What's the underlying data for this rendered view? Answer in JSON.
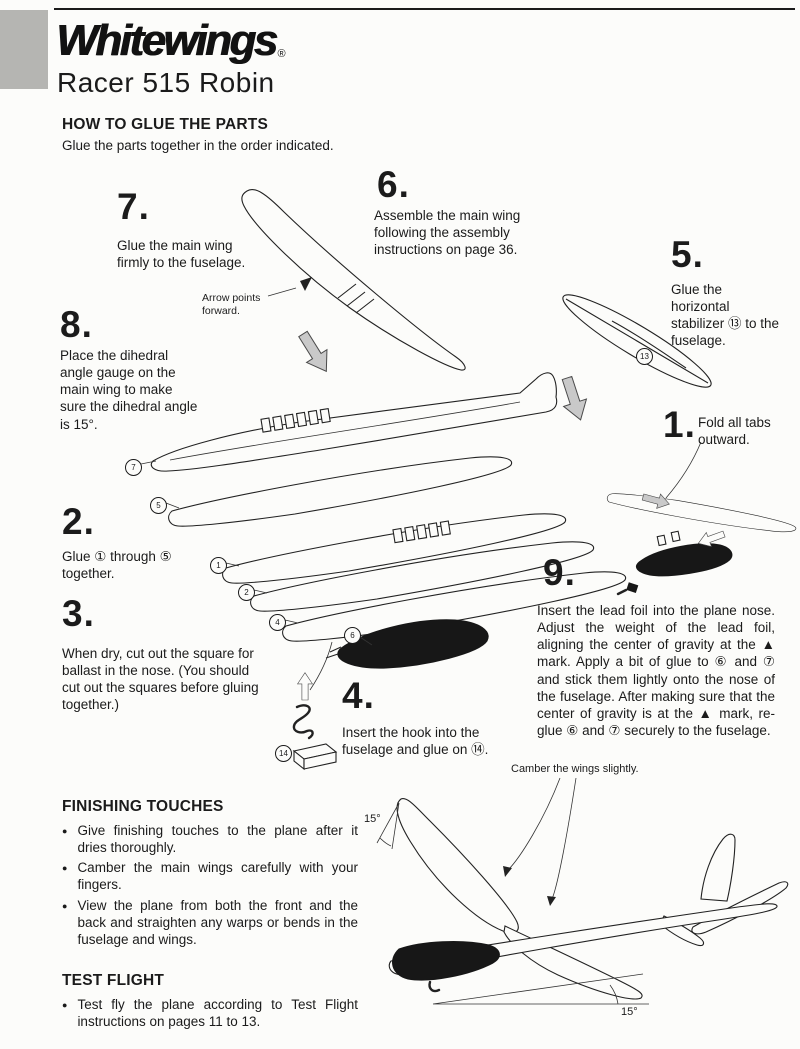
{
  "header": {
    "brand": "Whitewings",
    "registered": "®",
    "model": "Racer 515 Robin"
  },
  "glue_section": {
    "title": "HOW TO GLUE THE PARTS",
    "intro": "Glue the parts together in the order indicated.",
    "steps": {
      "s1": {
        "num": "1.",
        "text": "Fold all tabs outward."
      },
      "s2": {
        "num": "2.",
        "text": "Glue ① through ⑤ together."
      },
      "s3": {
        "num": "3.",
        "text": "When dry, cut out the square for ballast in the nose. (You should cut out the squares before gluing together.)"
      },
      "s4": {
        "num": "4.",
        "text": "Insert the hook into the fuselage and glue on ⑭."
      },
      "s5": {
        "num": "5.",
        "text": "Glue the horizontal stabilizer ⑬ to the fuselage."
      },
      "s6": {
        "num": "6.",
        "text": "Assemble the main wing following the assembly instructions on page 36."
      },
      "s7": {
        "num": "7.",
        "text": "Glue the main wing firmly to the fuselage."
      },
      "s8": {
        "num": "8.",
        "text": "Place the dihedral angle gauge on the main wing to make sure the dihedral angle is 15°."
      },
      "s9": {
        "num": "9.",
        "text": "Insert the lead foil into the plane nose. Adjust the weight of the lead foil, aligning the center of gravity at the ▲ mark. Apply a bit of glue to ⑥ and ⑦ and stick them lightly onto the nose of the fuselage. After making sure that the center of gravity is at the ▲ mark, re-glue ⑥ and ⑦ securely to the fuselage."
      }
    },
    "annotations": {
      "arrow_forward": "Arrow points forward.",
      "camber": "Camber the wings slightly.",
      "angle_left": "15°",
      "angle_bottom": "15°"
    },
    "part_labels": [
      "7",
      "5",
      "1",
      "2",
      "4",
      "6",
      "13",
      "14"
    ]
  },
  "finishing": {
    "title": "FINISHING TOUCHES",
    "bullets": [
      "Give finishing touches to the plane after it dries thoroughly.",
      "Camber the main wings carefully with your fingers.",
      "View the plane from both the front and the back and straighten any warps or bends in the fuselage and wings."
    ]
  },
  "test_flight": {
    "title": "TEST FLIGHT",
    "bullets": [
      "Test fly the plane according to Test Flight instructions on pages 11 to 13."
    ]
  }
}
